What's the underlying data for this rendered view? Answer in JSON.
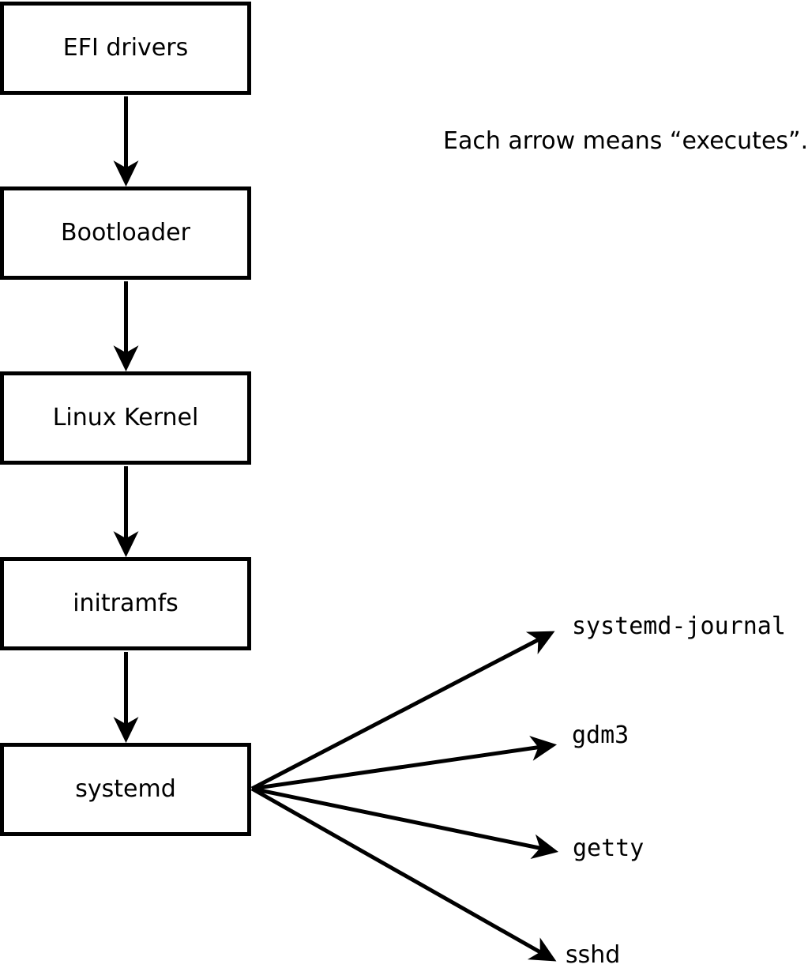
{
  "diagram": {
    "note": "Each arrow means “executes”.",
    "arrow_meaning": "executes",
    "boot_chain": [
      {
        "id": "efi-drivers",
        "label": "EFI drivers"
      },
      {
        "id": "bootloader",
        "label": "Bootloader"
      },
      {
        "id": "linux-kernel",
        "label": "Linux Kernel"
      },
      {
        "id": "initramfs",
        "label": "initramfs"
      },
      {
        "id": "systemd",
        "label": "systemd"
      }
    ],
    "spawned_processes": [
      {
        "id": "systemd-journal",
        "label": "systemd-journal"
      },
      {
        "id": "gdm3",
        "label": "gdm3"
      },
      {
        "id": "getty",
        "label": "getty"
      },
      {
        "id": "sshd",
        "label": "sshd"
      }
    ],
    "colors": {
      "background": "#ffffff",
      "line": "#000000",
      "box_fill": "#ffffff",
      "box_border": "#000000",
      "text": "#000000"
    }
  }
}
